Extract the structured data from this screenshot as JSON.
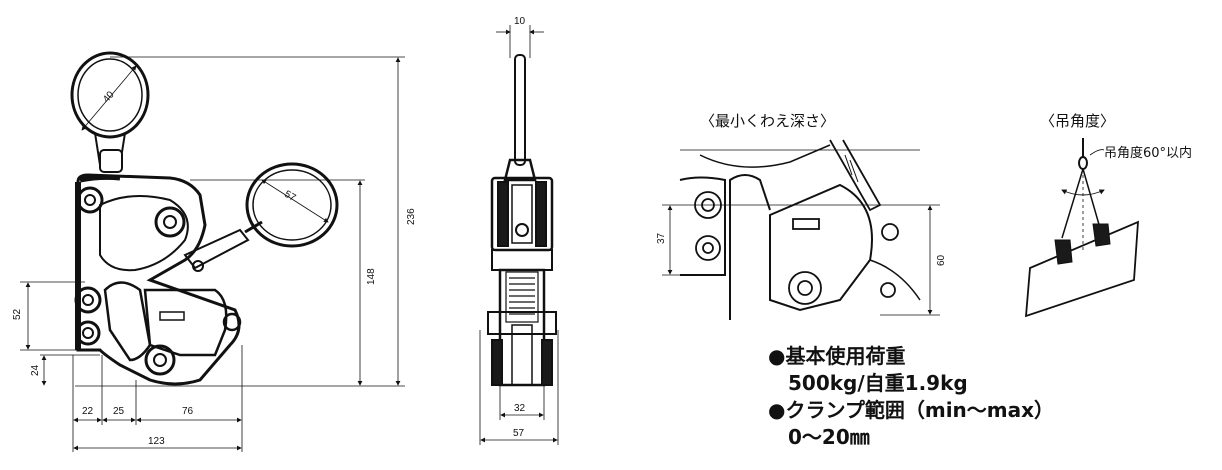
{
  "dimensions": {
    "ring_dia": "40",
    "handle_ring_dia": "57",
    "total_height": "236",
    "height_148": "148",
    "jaw_52": "52",
    "jaw_24": "24",
    "w22": "22",
    "w25": "25",
    "w76": "76",
    "w123": "123",
    "thk10": "10",
    "thk32": "32",
    "thk57": "57",
    "bite37": "37",
    "bite60": "60"
  },
  "headers": {
    "min_bite_depth": "〈最小くわえ深さ〉",
    "lift_angle": "〈吊角度〉"
  },
  "lift_angle_note": "吊角度60°以内",
  "specs": {
    "load_label": "●基本使用荷重",
    "load_value": "500kg/自重1.9kg",
    "range_label": "●クランプ範囲（min～max）",
    "range_value": "0～20㎜"
  },
  "colors": {
    "line": "#111111",
    "fill_dark": "#1a1a1a"
  }
}
